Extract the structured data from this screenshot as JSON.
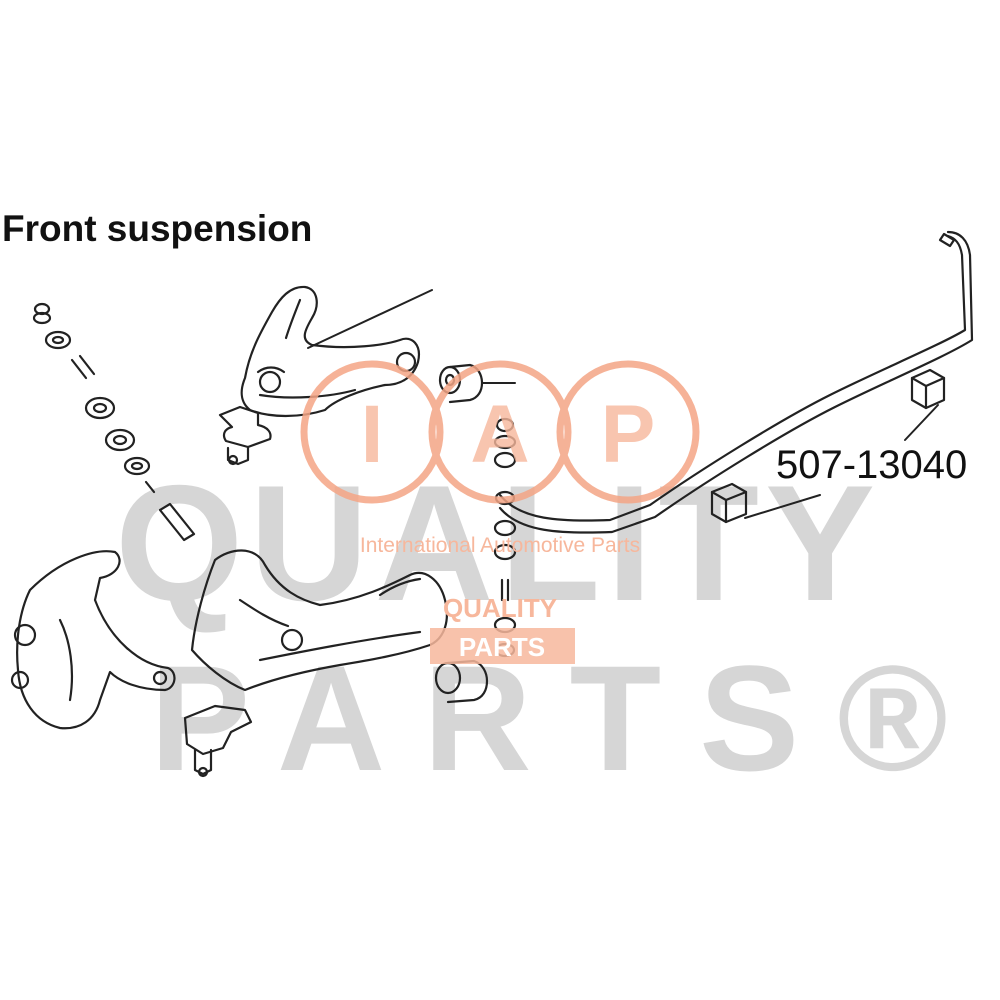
{
  "diagram": {
    "title": "Front suspension",
    "part_number": "507-13040"
  },
  "watermark": {
    "logo_letters": [
      "I",
      "A",
      "P"
    ],
    "tagline": "International Automotive Parts",
    "badge_line1": "QUALITY",
    "badge_line2": "PARTS",
    "big_line1": "QUALITY",
    "big_line2": "PARTS®",
    "logo_color": "#f26b3a",
    "big_text_color": "#d6d6d6"
  }
}
